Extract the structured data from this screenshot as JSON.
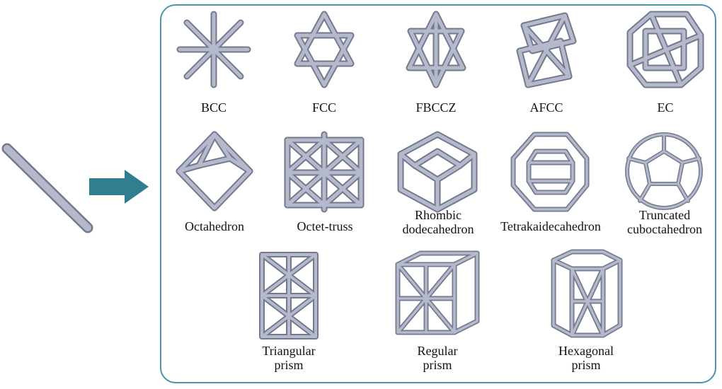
{
  "colors": {
    "strut": "#b4b9cb",
    "strut_edge": "#747a8e",
    "arrow": "#2f7f91",
    "panel_border": "#4a95b0"
  },
  "unit_cells": [
    {
      "label": "BCC"
    },
    {
      "label": "FCC"
    },
    {
      "label": "FBCCZ"
    },
    {
      "label": "AFCC"
    },
    {
      "label": "EC"
    },
    {
      "label": "Octahedron"
    },
    {
      "label": "Octet-truss"
    },
    {
      "label": "Rhombic\ndodecahedron"
    },
    {
      "label": "Tetrakaidecahedron"
    },
    {
      "label": "Truncated\ncuboctahedron"
    },
    {
      "label": "Triangular\nprism"
    },
    {
      "label": "Regular\nprism"
    },
    {
      "label": "Hexagonal\nprism"
    }
  ]
}
